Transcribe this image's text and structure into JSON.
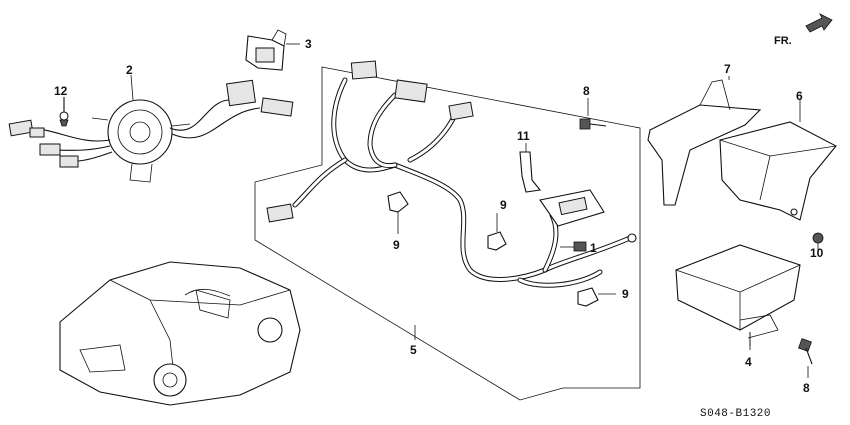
{
  "diagram": {
    "direction_label": "FR.",
    "drawing_code": "S048-B1320",
    "callouts": [
      "1",
      "2",
      "3",
      "4",
      "5",
      "6",
      "7",
      "8",
      "8",
      "9",
      "9",
      "9",
      "10",
      "11",
      "12"
    ]
  }
}
